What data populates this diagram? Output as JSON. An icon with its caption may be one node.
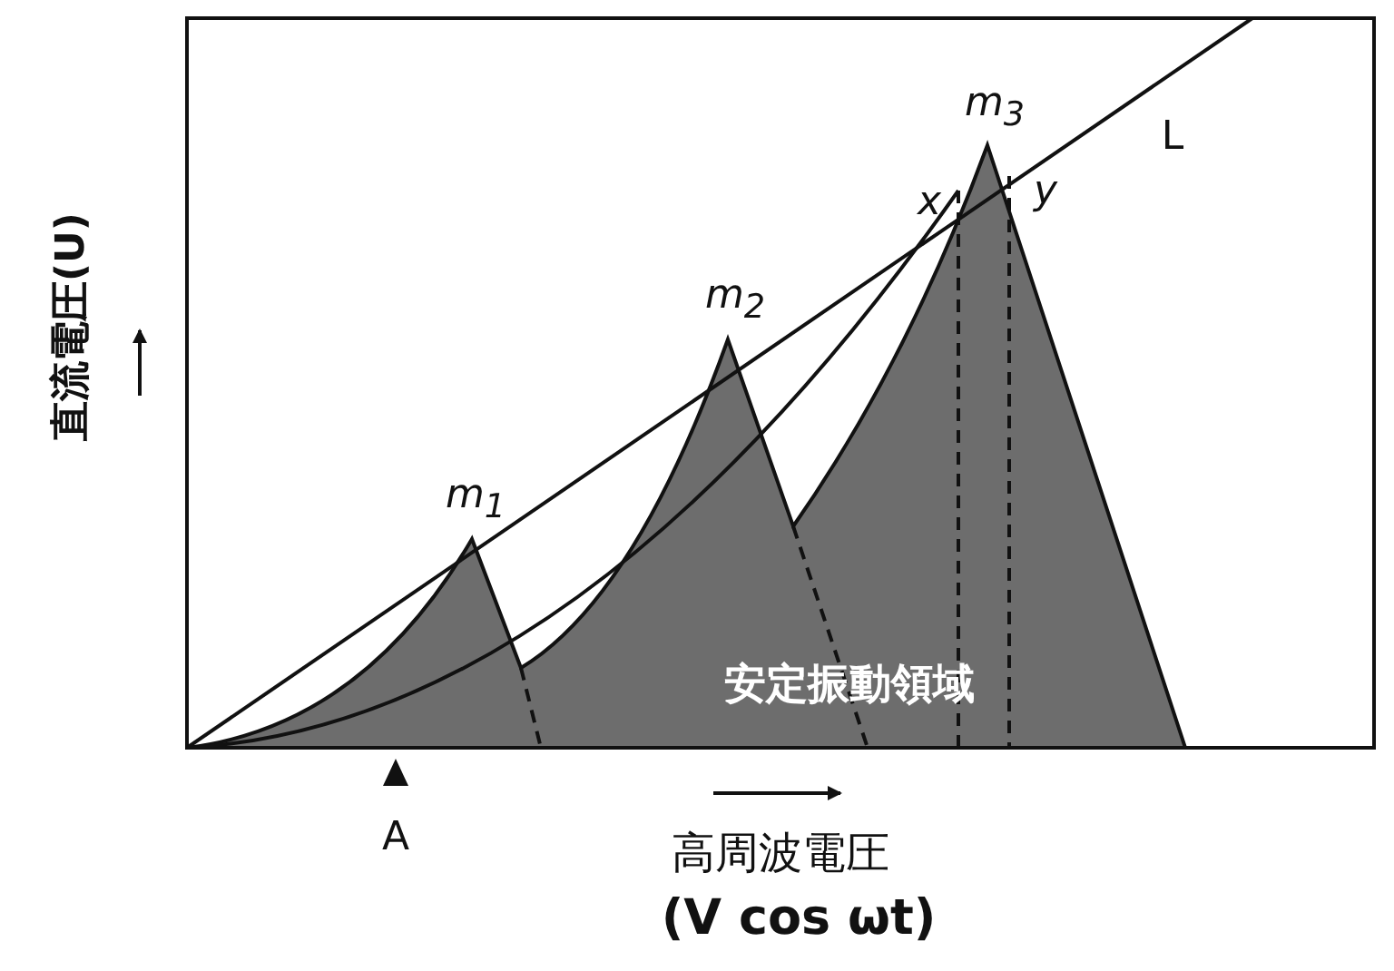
{
  "diagram": {
    "labels": [
      "m$_{3}$",
      "L",
      "x",
      "y",
      "直流電圧(U)",
      "m$_{2}$",
      "m$_{1}$",
      "安定振動領域",
      "A",
      "高周波電圧",
      "(V cos ωt)"
    ]
  }
}
